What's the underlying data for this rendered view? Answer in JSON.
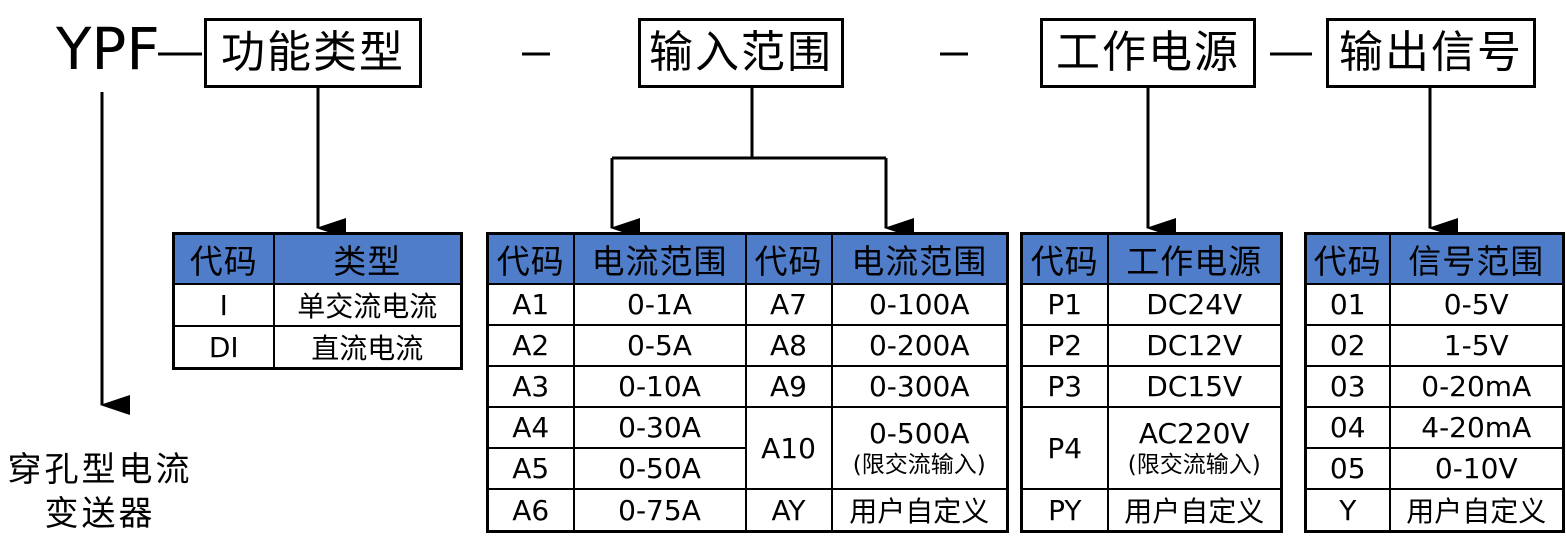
{
  "header": {
    "prefix": "YPF",
    "dash_symbol": "—",
    "boxes": {
      "function_type": "功能类型",
      "input_range": "输入范围",
      "power_supply": "工作电源",
      "output_signal": "输出信号"
    }
  },
  "caption": {
    "line1": "穿孔型电流",
    "line2": "变送器"
  },
  "colors": {
    "header_fill": "#4f7dc9",
    "line": "#000000"
  },
  "function_table": {
    "headers": [
      "代码",
      "类型"
    ],
    "rows": [
      [
        "I",
        "单交流电流"
      ],
      [
        "DI",
        "直流电流"
      ]
    ]
  },
  "input_table": {
    "headers": [
      "代码",
      "电流范围",
      "代码",
      "电流范围"
    ],
    "left_rows": [
      [
        "A1",
        "0-1A"
      ],
      [
        "A2",
        "0-5A"
      ],
      [
        "A3",
        "0-10A"
      ],
      [
        "A4",
        "0-30A"
      ],
      [
        "A5",
        "0-50A"
      ],
      [
        "A6",
        "0-75A"
      ]
    ],
    "right": {
      "a7": [
        "A7",
        "0-100A"
      ],
      "a8": [
        "A8",
        "0-200A"
      ],
      "a9": [
        "A9",
        "0-300A"
      ],
      "a10_code": "A10",
      "a10_value": "0-500A",
      "a10_note": "(限交流输入)",
      "ay": [
        "AY",
        "用户自定义"
      ]
    }
  },
  "power_table": {
    "headers": [
      "代码",
      "工作电源"
    ],
    "rows": [
      [
        "P1",
        "DC24V"
      ],
      [
        "P2",
        "DC12V"
      ],
      [
        "P3",
        "DC15V"
      ]
    ],
    "p4_code": "P4",
    "p4_value": "AC220V",
    "p4_note": "(限交流输入)",
    "py": [
      "PY",
      "用户自定义"
    ]
  },
  "output_table": {
    "headers": [
      "代码",
      "信号范围"
    ],
    "rows": [
      [
        "01",
        "0-5V"
      ],
      [
        "02",
        "1-5V"
      ],
      [
        "03",
        "0-20mA"
      ],
      [
        "04",
        "4-20mA"
      ],
      [
        "05",
        "0-10V"
      ],
      [
        "Y",
        "用户自定义"
      ]
    ]
  }
}
